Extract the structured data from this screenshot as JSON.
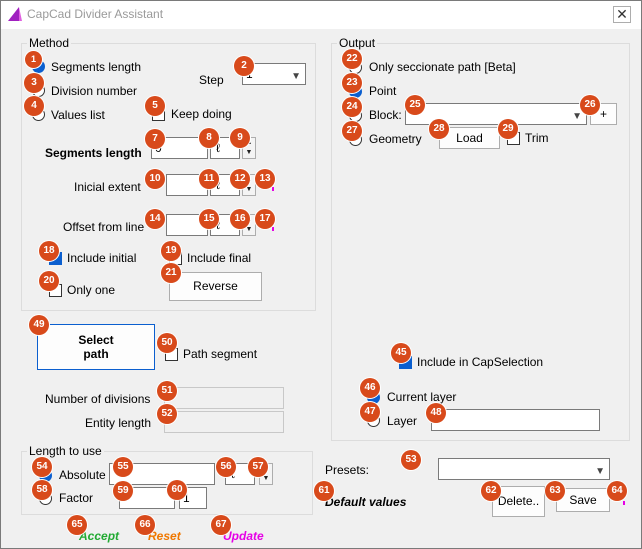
{
  "window": {
    "title": "CapCad Divider Assistant",
    "close_glyph": "✕"
  },
  "method": {
    "group_title": "Method",
    "options": {
      "segments_length": "Segments length",
      "division_number": "Division number",
      "values_list": "Values list"
    },
    "step_label": "Step",
    "step_value": "1",
    "keep_doing": "Keep doing",
    "segments_length_label": "Segments length",
    "segments_length_value": "0",
    "unit_symbol": "ℓ",
    "inicial_extent_label": "Inicial extent",
    "offset_label": "Offset from line",
    "include_initial": "Include initial",
    "include_final": "Include final",
    "only_one": "Only one",
    "reverse_button": "Reverse"
  },
  "output": {
    "group_title": "Output",
    "only_seccionate": "Only seccionate path [Beta]",
    "point": "Point",
    "block": "Block:",
    "block_plus": "+",
    "geometry": "Geometry",
    "load_button": "Load",
    "trim": "Trim",
    "include_capselection": "Include in CapSelection",
    "current_layer": "Current layer",
    "layer": "Layer"
  },
  "select_path": {
    "line1": "Select",
    "line2": "path",
    "path_segment": "Path segment"
  },
  "info": {
    "number_of_divisions": "Number of divisions",
    "entity_length": "Entity length"
  },
  "length_to_use": {
    "group_title": "Length to use",
    "absolute": "Absolute",
    "factor": "Factor",
    "factor_value": "1",
    "unit_symbol": "ℓ"
  },
  "presets": {
    "label": "Presets:",
    "default_values": "Default values",
    "delete_button": "Delete..",
    "save_button": "Save"
  },
  "footer": {
    "accept": "Accept",
    "reset": "Reset",
    "update": "Update"
  },
  "badges": [
    "1",
    "2",
    "3",
    "4",
    "5",
    "7",
    "8",
    "9",
    "10",
    "11",
    "12",
    "13",
    "14",
    "15",
    "16",
    "17",
    "18",
    "19",
    "20",
    "21",
    "22",
    "23",
    "24",
    "25",
    "26",
    "27",
    "28",
    "29",
    "45",
    "46",
    "47",
    "48",
    "49",
    "50",
    "51",
    "52",
    "53",
    "54",
    "55",
    "56",
    "57",
    "58",
    "59",
    "60",
    "61",
    "62",
    "63",
    "64",
    "65",
    "66",
    "67"
  ],
  "colors": {
    "accent": "#0b5fcf",
    "badge": "#d84a1b",
    "accept": "#22aa33",
    "reset": "#f07800",
    "update": "#e600e6"
  }
}
